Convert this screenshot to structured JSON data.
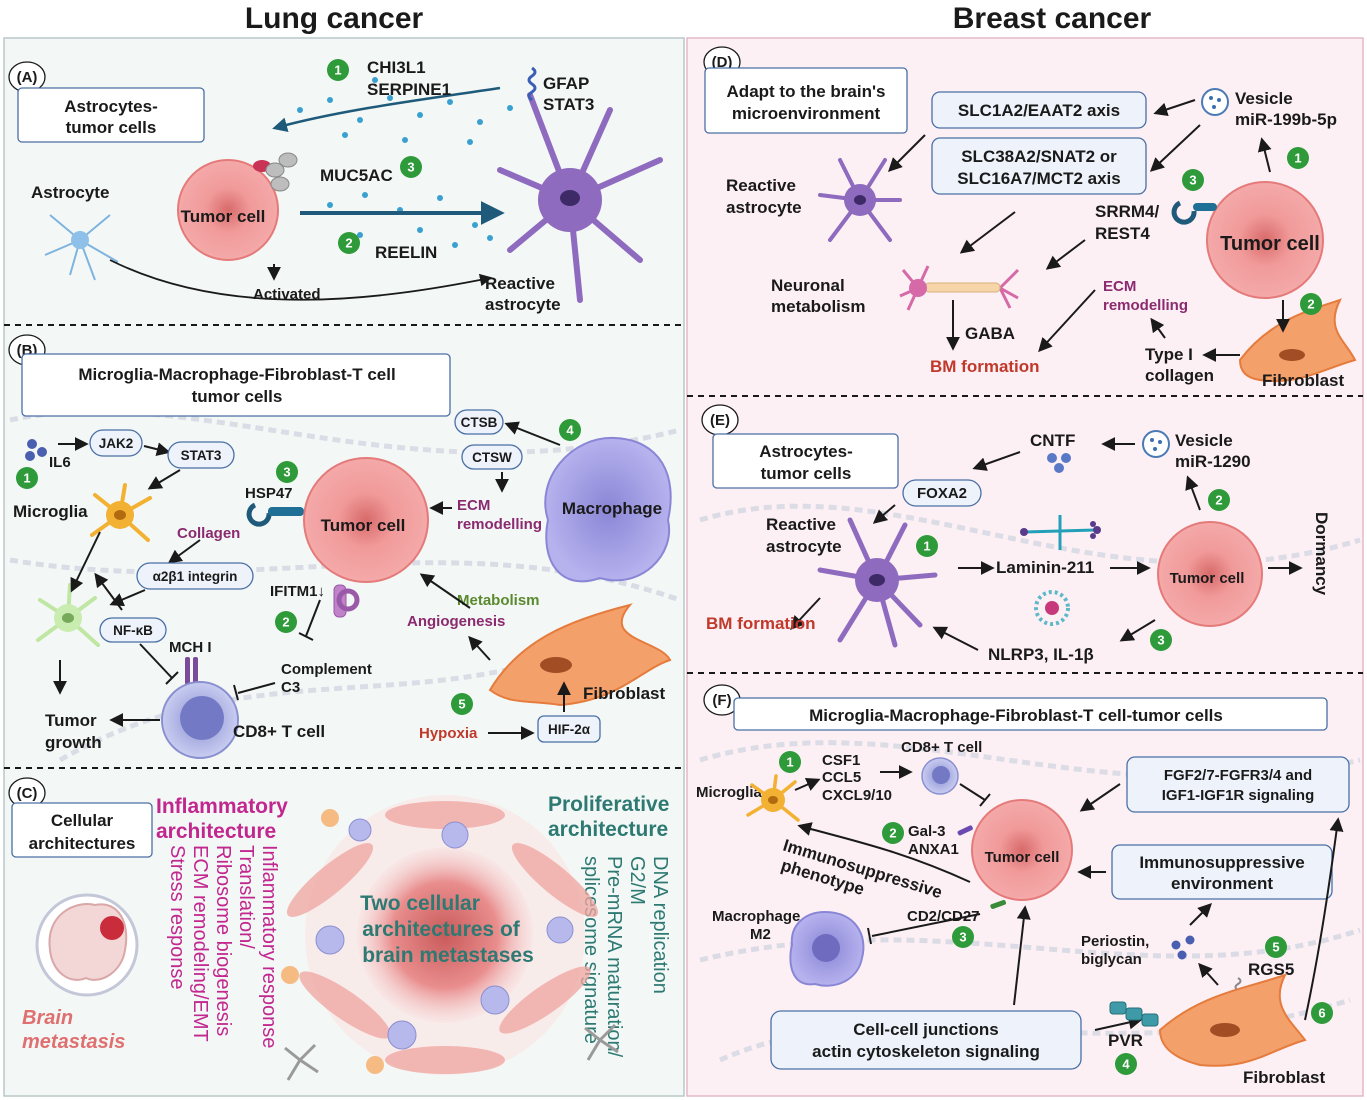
{
  "headers": {
    "lung": "Lung cancer",
    "breast": "Breast cancer"
  },
  "panelA": {
    "tag": "(A)",
    "title_line1": "Astrocytes-",
    "title_line2": "tumor cells",
    "astrocyte": "Astrocyte",
    "tumor_cell": "Tumor cell",
    "chi3l1": "CHI3L1",
    "serpine1": "SERPINE1",
    "gfap": "GFAP",
    "stat3": "STAT3",
    "muc5ac": "MUC5AC",
    "reelin": "REELIN",
    "activated": "Activated",
    "reactive_line1": "Reactive",
    "reactive_line2": "astrocyte",
    "n1": "1",
    "n2": "2",
    "n3": "3"
  },
  "panelB": {
    "tag": "(B)",
    "title_line1": "Microglia-Macrophage-Fibroblast-T cell",
    "title_line2": "tumor cells",
    "il6": "IL6",
    "jak2": "JAK2",
    "stat3": "STAT3",
    "microglia": "Microglia",
    "hsp47": "HSP47",
    "collagen": "Collagen",
    "integrin": "α2β1 integrin",
    "nfkb": "NF-κB",
    "mch": "MCH I",
    "tumor_growth_line1": "Tumor",
    "tumor_growth_line2": "growth",
    "cd8": "CD8+ T cell",
    "tumor_cell": "Tumor cell",
    "ifitm1": "IFITM1↓",
    "complement_line1": "Complement",
    "complement_line2": "C3",
    "ctsb": "CTSB",
    "ctsw": "CTSW",
    "ecm_line1": "ECM",
    "ecm_line2": "remodelling",
    "macrophage": "Macrophage",
    "metabolism": "Metabolism",
    "angiogenesis": "Angiogenesis",
    "fibroblast": "Fibroblast",
    "hypoxia": "Hypoxia",
    "hif": "HIF-2α",
    "n1": "1",
    "n2": "2",
    "n3": "3",
    "n4": "4",
    "n5": "5"
  },
  "panelC": {
    "tag": "(C)",
    "title_line1": "Cellular",
    "title_line2": "architectures",
    "inflam_line1": "Inflammatory",
    "inflam_line2": "architecture",
    "prolif_line1": "Proliferative",
    "prolif_line2": "architecture",
    "inflam_terms": [
      "Inflammatory response",
      "Translation/",
      "Ribosome biogenesis",
      "ECM remodeling/EMT",
      "Stress response"
    ],
    "prolif_terms": [
      "DNA replication",
      "G2/M",
      "Pre-mRNA maturation/",
      "splicesome signature"
    ],
    "center_line1": "Two cellular",
    "center_line2": "architectures of",
    "center_line3": "brain metastases",
    "brain_line1": "Brain",
    "brain_line2": "metastasis"
  },
  "panelD": {
    "tag": "(D)",
    "title_line1": "Adapt to the brain's",
    "title_line2": "microenvironment",
    "slc1": "SLC1A2/EAAT2 axis",
    "slc38_line1": "SLC38A2/SNAT2 or",
    "slc38_line2": "SLC16A7/MCT2 axis",
    "vesicle_line1": "Vesicle",
    "vesicle_line2": "miR-199b-5p",
    "reactive_line1": "Reactive",
    "reactive_line2": "astrocyte",
    "srrm4_line1": "SRRM4/",
    "srrm4_line2": "REST4",
    "tumor_cell": "Tumor cell",
    "neuronal_line1": "Neuronal",
    "neuronal_line2": "metabolism",
    "gaba": "GABA",
    "bm": "BM formation",
    "ecm_line1": "ECM",
    "ecm_line2": "remodelling",
    "type1_line1": "Type I",
    "type1_line2": "collagen",
    "fibroblast": "Fibroblast",
    "n1": "1",
    "n2": "2",
    "n3": "3"
  },
  "panelE": {
    "tag": "(E)",
    "title_line1": "Astrocytes-",
    "title_line2": "tumor cells",
    "cntf": "CNTF",
    "vesicle_line1": "Vesicle",
    "vesicle_line2": "miR-1290",
    "foxa2": "FOXA2",
    "reactive_line1": "Reactive",
    "reactive_line2": "astrocyte",
    "laminin": "Laminin-211",
    "tumor_cell": "Tumor cell",
    "dormancy": "Dormancy",
    "bm": "BM formation",
    "nlrp3": "NLRP3, IL-1β",
    "n1": "1",
    "n2": "2",
    "n3": "3"
  },
  "panelF": {
    "tag": "(F)",
    "title": "Microglia-Macrophage-Fibroblast-T cell-tumor cells",
    "microglia": "Microglia",
    "csf1": "CSF1",
    "ccl5": "CCL5",
    "cxcl": "CXCL9/10",
    "cd8": "CD8+ T cell",
    "fgf_line1": "FGF2/7-FGFR3/4 and",
    "fgf_line2": "IGF1-IGF1R signaling",
    "gal3": "Gal-3",
    "anxa1": "ANXA1",
    "immuno_line1": "Immunosuppressive",
    "immuno_line2": "phenotype",
    "tumor_cell": "Tumor cell",
    "env_line1": "Immunosuppressive",
    "env_line2": "environment",
    "macrophage_line1": "Macrophage",
    "macrophage_line2": "M2",
    "cd2": "CD2/CD27",
    "periostin_line1": "Periostin,",
    "periostin_line2": "biglycan",
    "rgs5": "RGS5",
    "junction_line1": "Cell-cell junctions",
    "junction_line2": "actin cytoskeleton signaling",
    "pvr": "PVR",
    "fibroblast": "Fibroblast",
    "n1": "1",
    "n2": "2",
    "n3": "3",
    "n4": "4",
    "n5": "5",
    "n6": "6"
  },
  "colors": {
    "lung_bg": "#f3f8f6",
    "breast_bg": "#fcf0f4",
    "tumor": "#f08c8c",
    "astro": "#8e6bbf",
    "macrophage": "#a9a5e6",
    "fibroblast": "#f0945a",
    "microglia": "#f3b133",
    "tcell": "#b7bde9",
    "badge": "#2e9a3a"
  }
}
